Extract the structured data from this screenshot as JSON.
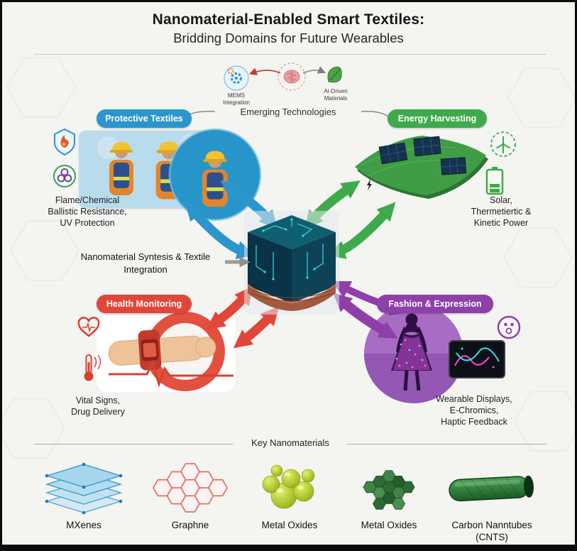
{
  "header": {
    "title": "Nanomaterial-Enabled Smart Textiles:",
    "subtitle": "Bridding Domains for Future Wearables"
  },
  "emerging": {
    "label": "Emerging Technologies",
    "mems": "MEMS\nIntegration",
    "ai": "AI-Driven\nMaterials"
  },
  "center_label": "Nanomaterial Syntesis & Textile\nIntegration",
  "quadrants": [
    {
      "title": "Protective Textiles",
      "caption": "Flame/Chemical\nBallistic Resistance,\nUV Protection"
    },
    {
      "title": "Energy Harvesting",
      "caption": "Solar,\nThermetiertic &\nKinetic Power"
    },
    {
      "title": "Health Monitoring",
      "caption": "Vital Signs,\nDrug Delivery"
    },
    {
      "title": "Fashion & Expression",
      "caption": "Wearable Displays,\nE-Chromics,\nHaptic Feedback"
    }
  ],
  "nanomaterials": {
    "header": "Key Nanomaterials",
    "items": [
      {
        "label": "MXenes"
      },
      {
        "label": "Graphne"
      },
      {
        "label": "Metal Oxides"
      },
      {
        "label": "Metal Oxides"
      },
      {
        "label": "Carbon Nanntubes\n(CNTS)"
      }
    ]
  },
  "palette": {
    "protective_blue": "#2b96cc",
    "energy_green": "#3faa4c",
    "health_red": "#e0473a",
    "fashion_purple": "#8e3fa8",
    "circuit_teal": "#35d0dc"
  }
}
